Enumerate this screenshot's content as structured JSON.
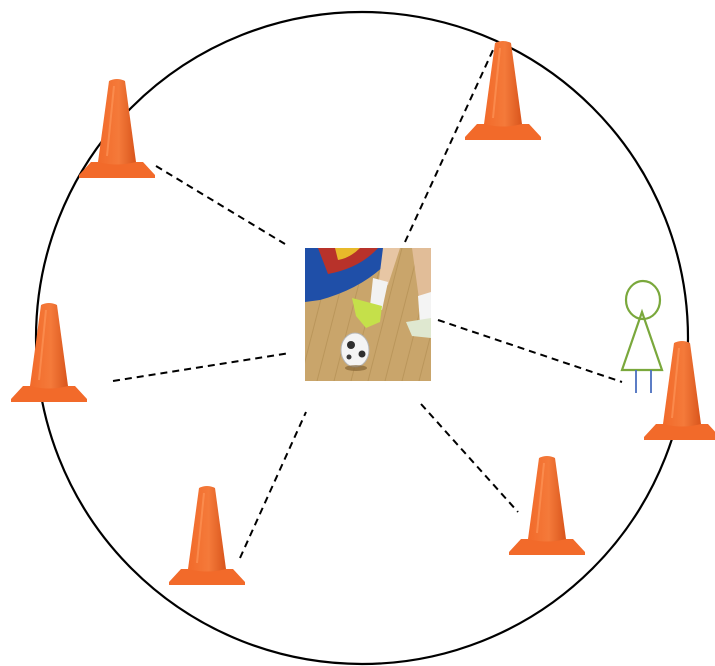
{
  "diagram": {
    "colors": {
      "background": "#ffffff",
      "circle": "#000000",
      "dash": "#000000",
      "cone": "#f26a2a",
      "cone_shade": "#d9551c",
      "player": "#7aa83c",
      "player_legs": "#4a6fbf",
      "floor": "#c9a56b",
      "floor_dark": "#a88449",
      "court_blue": "#1f4fa8",
      "court_red": "#b8322a",
      "court_yellow": "#e8b92a",
      "shoe": "#c5e04a"
    },
    "icons": {
      "center_photo": "futsal-ball-photo",
      "cone": "traffic-cone-icon",
      "player": "player-figure-icon"
    },
    "cone_count": 6,
    "passing_lanes": 6
  }
}
